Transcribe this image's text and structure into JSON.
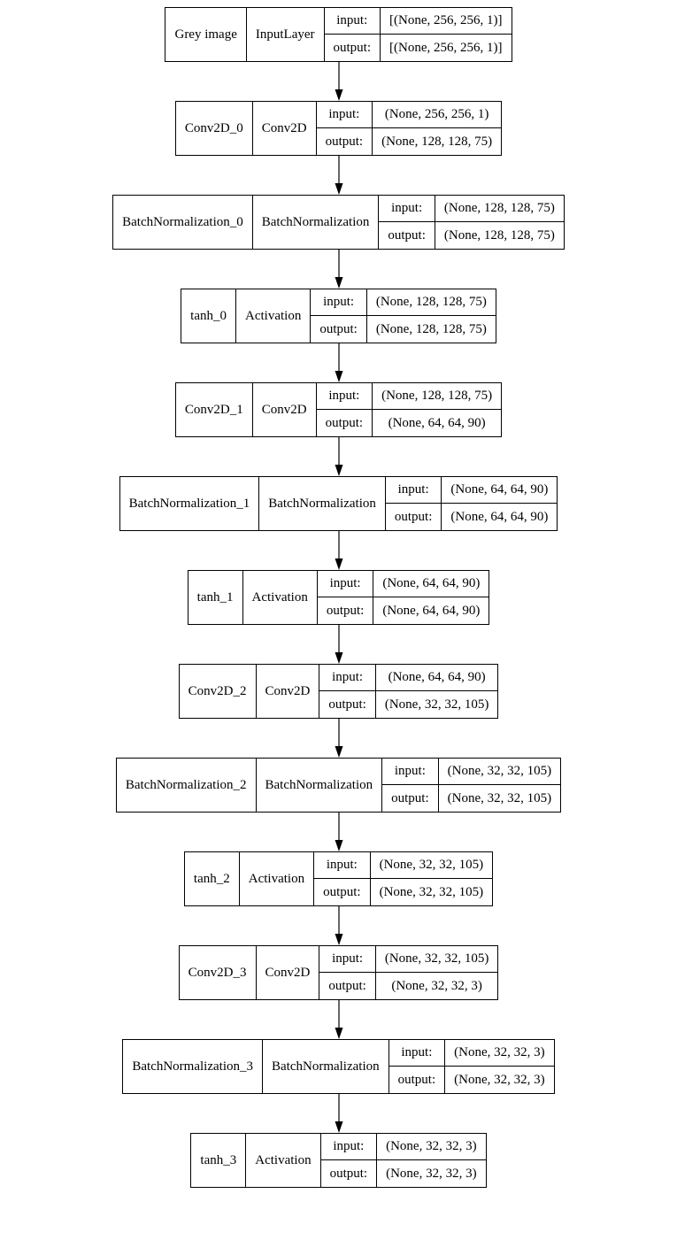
{
  "diagram": {
    "labels": {
      "input": "input:",
      "output": "output:"
    },
    "colors": {
      "border": "#000000",
      "background": "#ffffff",
      "text": "#000000"
    },
    "icons": {
      "connector": "arrow-down-icon"
    },
    "layers": [
      {
        "name": "Grey image",
        "type": "InputLayer",
        "input": "[(None, 256, 256, 1)]",
        "output": "[(None, 256, 256, 1)]"
      },
      {
        "name": "Conv2D_0",
        "type": "Conv2D",
        "input": "(None, 256, 256, 1)",
        "output": "(None, 128, 128, 75)"
      },
      {
        "name": "BatchNormalization_0",
        "type": "BatchNormalization",
        "input": "(None, 128, 128, 75)",
        "output": "(None, 128, 128, 75)"
      },
      {
        "name": "tanh_0",
        "type": "Activation",
        "input": "(None, 128, 128, 75)",
        "output": "(None, 128, 128, 75)"
      },
      {
        "name": "Conv2D_1",
        "type": "Conv2D",
        "input": "(None, 128, 128, 75)",
        "output": "(None, 64, 64, 90)"
      },
      {
        "name": "BatchNormalization_1",
        "type": "BatchNormalization",
        "input": "(None, 64, 64, 90)",
        "output": "(None, 64, 64, 90)"
      },
      {
        "name": "tanh_1",
        "type": "Activation",
        "input": "(None, 64, 64, 90)",
        "output": "(None, 64, 64, 90)"
      },
      {
        "name": "Conv2D_2",
        "type": "Conv2D",
        "input": "(None, 64, 64, 90)",
        "output": "(None, 32, 32, 105)"
      },
      {
        "name": "BatchNormalization_2",
        "type": "BatchNormalization",
        "input": "(None, 32, 32, 105)",
        "output": "(None, 32, 32, 105)"
      },
      {
        "name": "tanh_2",
        "type": "Activation",
        "input": "(None, 32, 32, 105)",
        "output": "(None, 32, 32, 105)"
      },
      {
        "name": "Conv2D_3",
        "type": "Conv2D",
        "input": "(None, 32, 32, 105)",
        "output": "(None, 32, 32, 3)"
      },
      {
        "name": "BatchNormalization_3",
        "type": "BatchNormalization",
        "input": "(None, 32, 32, 3)",
        "output": "(None, 32, 32, 3)"
      },
      {
        "name": "tanh_3",
        "type": "Activation",
        "input": "(None, 32, 32, 3)",
        "output": "(None, 32, 32, 3)"
      }
    ]
  }
}
